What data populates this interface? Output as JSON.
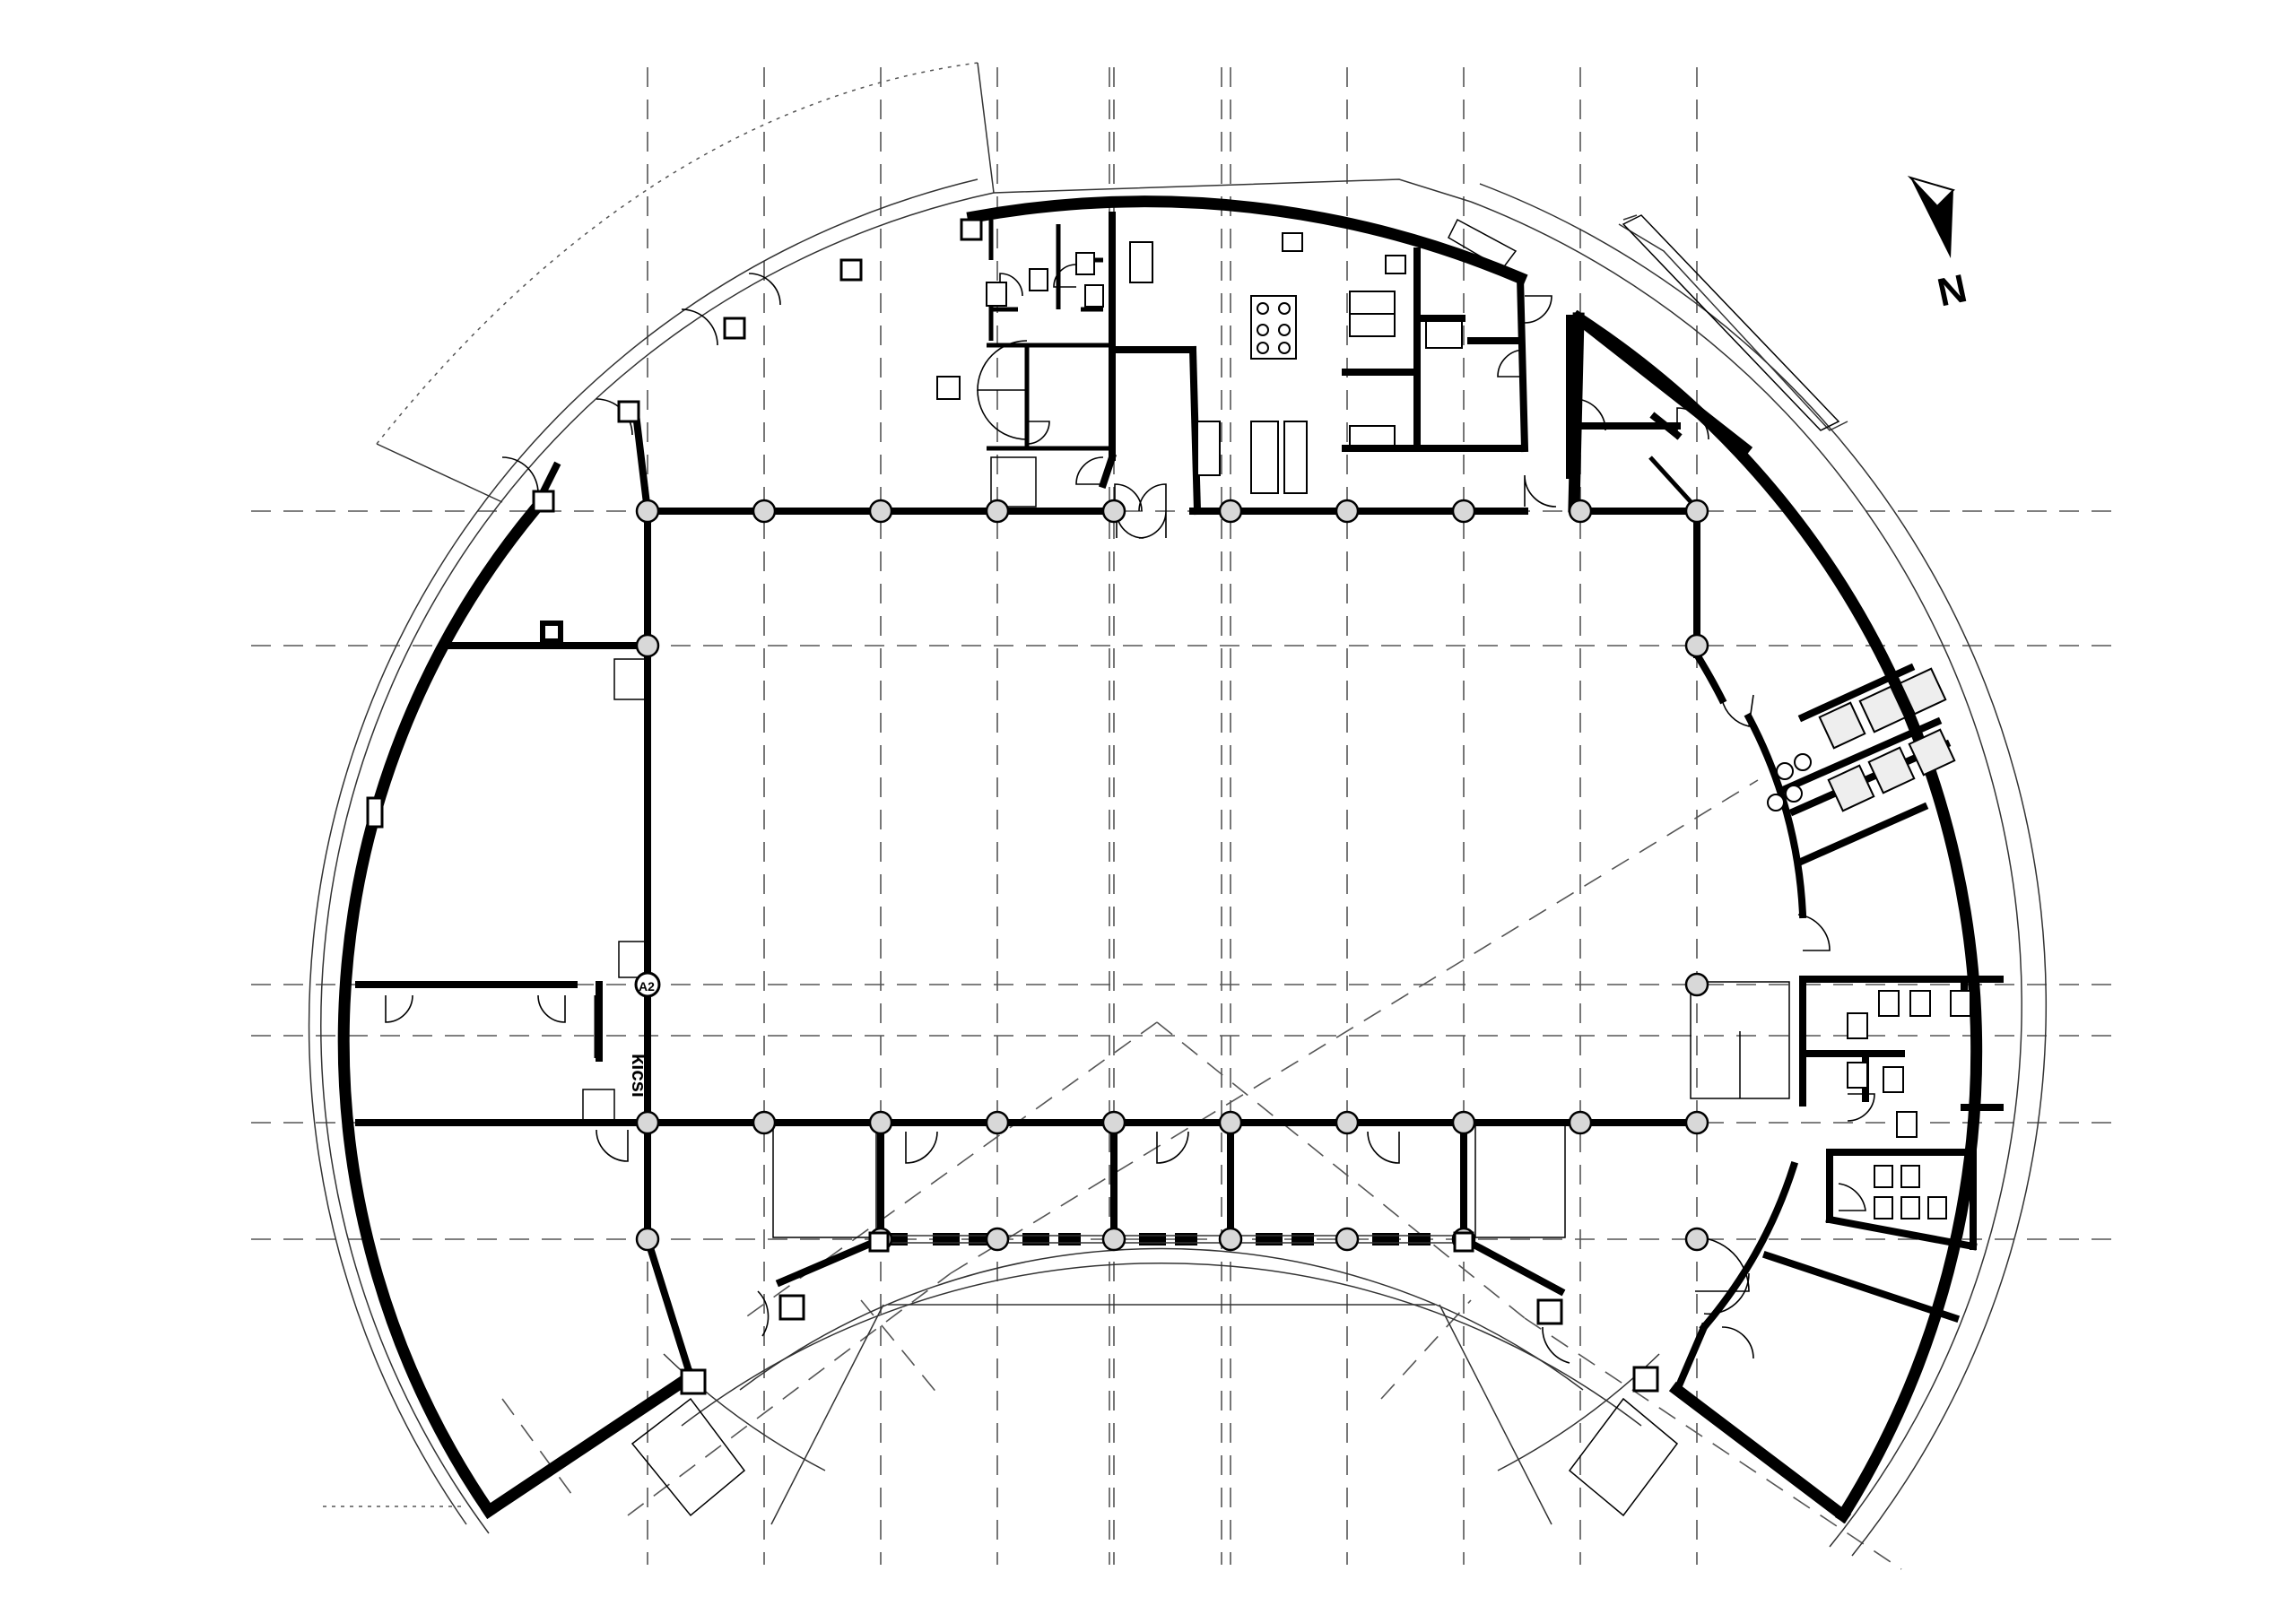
{
  "north_label": "N",
  "room_label": "kicsi",
  "grid_marker": "A2",
  "colors": {
    "wall": "#000000",
    "grid": "#555555",
    "column_fill": "#d8d8d8",
    "background": "#ffffff"
  }
}
